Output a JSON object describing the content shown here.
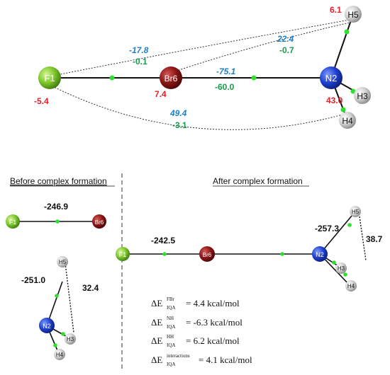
{
  "top_panel": {
    "atoms": {
      "F1": "F1",
      "Br6": "Br6",
      "N2": "N2",
      "H3": "H3",
      "H4": "H4",
      "H5": "H5"
    },
    "atomic_charges": {
      "F1": "-5.4",
      "Br6": "7.4",
      "N2": "43.0",
      "H5": "6.1"
    },
    "interactions": {
      "F1_Br6": {
        "blue": "-17.8",
        "green": "-0.1"
      },
      "Br6_N2": {
        "blue": "-75.1",
        "green": "-60.0"
      },
      "Br6_H5": {
        "blue": "22.4",
        "green": "-0.7"
      },
      "F1_H4": {
        "blue": "49.4",
        "green": "-3.1"
      }
    }
  },
  "before": {
    "title": "Before complex formation",
    "fbr_label": "-246.9",
    "nh_label": "-251.0",
    "hh_label": "32.4",
    "atoms": {
      "F1": "F1",
      "Br6": "Br6",
      "N2": "N2",
      "H3": "H3",
      "H4": "H4",
      "H5": "H5"
    }
  },
  "after": {
    "title": "After complex formation",
    "fbr_label": "-242.5",
    "nh_label": "-257.3",
    "hh_label": "38.7",
    "atoms": {
      "F1": "F1",
      "Br6": "Br6",
      "N2": "N2",
      "H3": "H3",
      "H4": "H4",
      "H5": "H5"
    }
  },
  "equations": [
    {
      "symbol": "ΔE",
      "sub": "IQA",
      "sup": "FBr",
      "value": "= 4.4 kcal/mol"
    },
    {
      "symbol": "ΔE",
      "sub": "IQA",
      "sup": "NH",
      "value": "= -6.3 kcal/mol"
    },
    {
      "symbol": "ΔE",
      "sub": "IQA",
      "sup": "HH",
      "value": "= 6.2 kcal/mol"
    },
    {
      "symbol": "ΔE",
      "sub": "IQA",
      "sup": "interactions",
      "value": "= 4.1 kcal/mol"
    }
  ],
  "colors": {
    "red": "#e8202a",
    "blue": "#1e7fc8",
    "green": "#1a9a4a",
    "fluorine": "#7cc62a",
    "bromine": "#8b1515",
    "nitrogen": "#1f3fd0",
    "hydrogen": "#c8c8c8",
    "bcp": "#2ee02e"
  }
}
